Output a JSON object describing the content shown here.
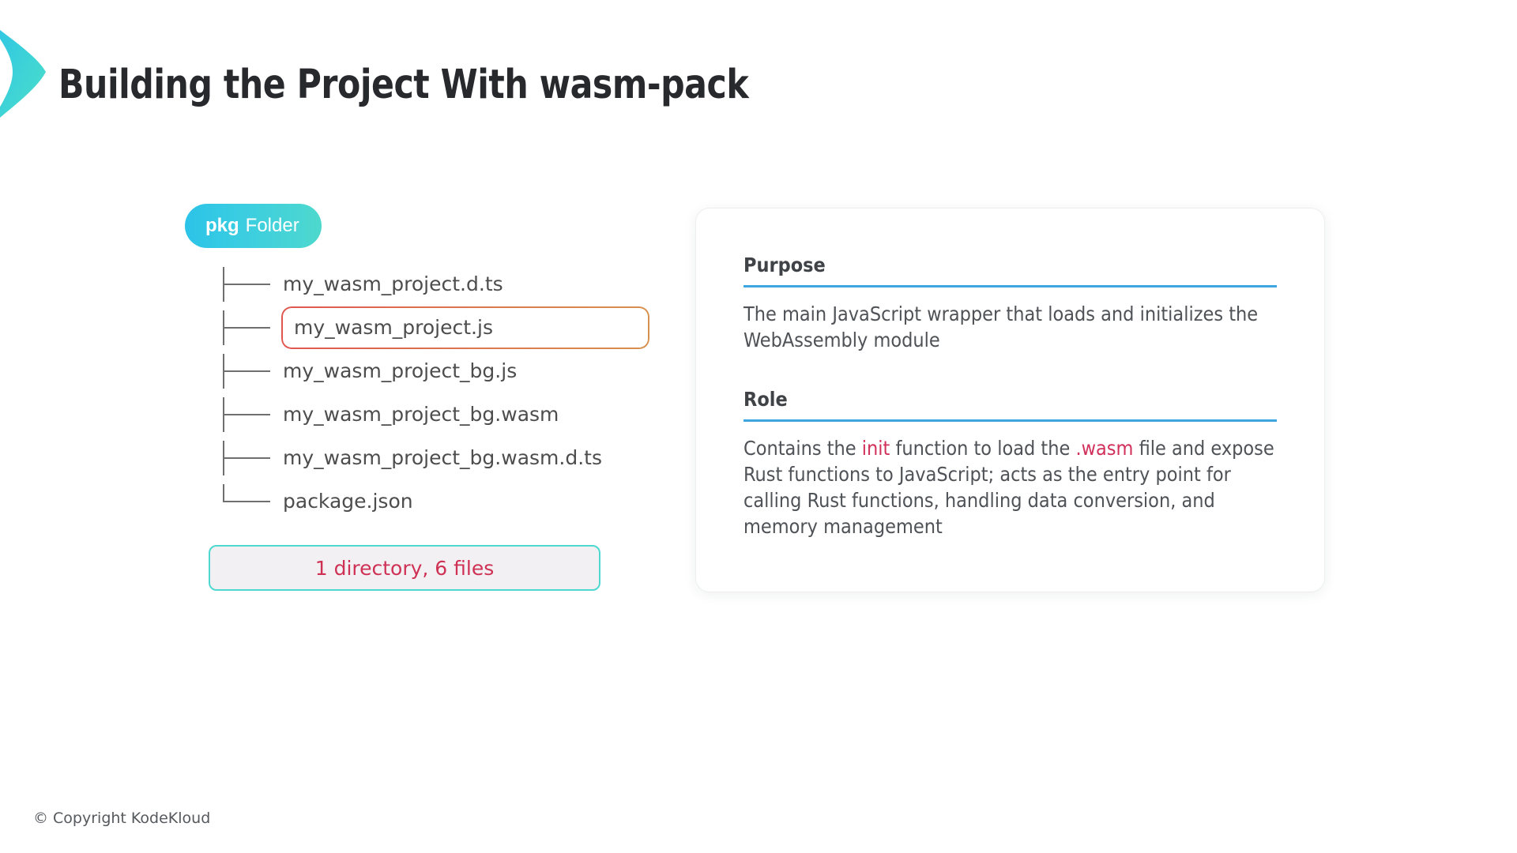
{
  "slide": {
    "title": "Building the Project With wasm-pack",
    "footer": "© Copyright KodeKloud",
    "accents": {
      "chevron_start": "#2BC3E8",
      "chevron_end": "#4EE0C8",
      "badge_start": "#2BC3E8",
      "badge_end": "#4ED8CD",
      "highlight_border_start": "#E0564F",
      "highlight_border_end": "#D8904E",
      "summary_border": "#4FD8D0",
      "summary_text": "#CF3155",
      "section_rule": "#3DA5E0",
      "code_accent": "#D1315B"
    }
  },
  "folder": {
    "key": "pkg",
    "label": "Folder"
  },
  "tree": {
    "items": [
      {
        "connector": "tee",
        "name": "my_wasm_project.d.ts",
        "highlighted": false
      },
      {
        "connector": "tee",
        "name": "my_wasm_project.js",
        "highlighted": true
      },
      {
        "connector": "tee",
        "name": "my_wasm_project_bg.js",
        "highlighted": false
      },
      {
        "connector": "tee",
        "name": "my_wasm_project_bg.wasm",
        "highlighted": false
      },
      {
        "connector": "tee",
        "name": "my_wasm_project_bg.wasm.d.ts",
        "highlighted": false
      },
      {
        "connector": "last",
        "name": "package.json",
        "highlighted": false
      }
    ],
    "summary": "1 directory, 6 files",
    "directory_count": 1,
    "file_count": 6
  },
  "card": {
    "sections": [
      {
        "heading": "Purpose",
        "body_parts": [
          {
            "text": "The main JavaScript wrapper that loads and initializes the WebAssembly module",
            "accent": false
          }
        ]
      },
      {
        "heading": "Role",
        "body_parts": [
          {
            "text": "Contains the ",
            "accent": false
          },
          {
            "text": "init",
            "accent": true
          },
          {
            "text": " function to load the ",
            "accent": false
          },
          {
            "text": ".wasm",
            "accent": true
          },
          {
            "text": " file and expose Rust functions to JavaScript; acts as the entry point for calling Rust functions, handling data conversion, and memory management",
            "accent": false
          }
        ]
      }
    ]
  }
}
